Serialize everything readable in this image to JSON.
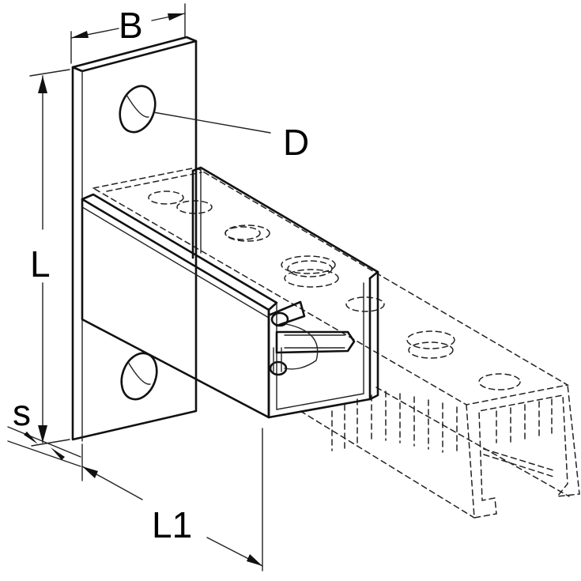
{
  "labels": {
    "width": "B",
    "hole_diameter": "D",
    "height": "L",
    "thickness": "s",
    "projection": "L1"
  }
}
